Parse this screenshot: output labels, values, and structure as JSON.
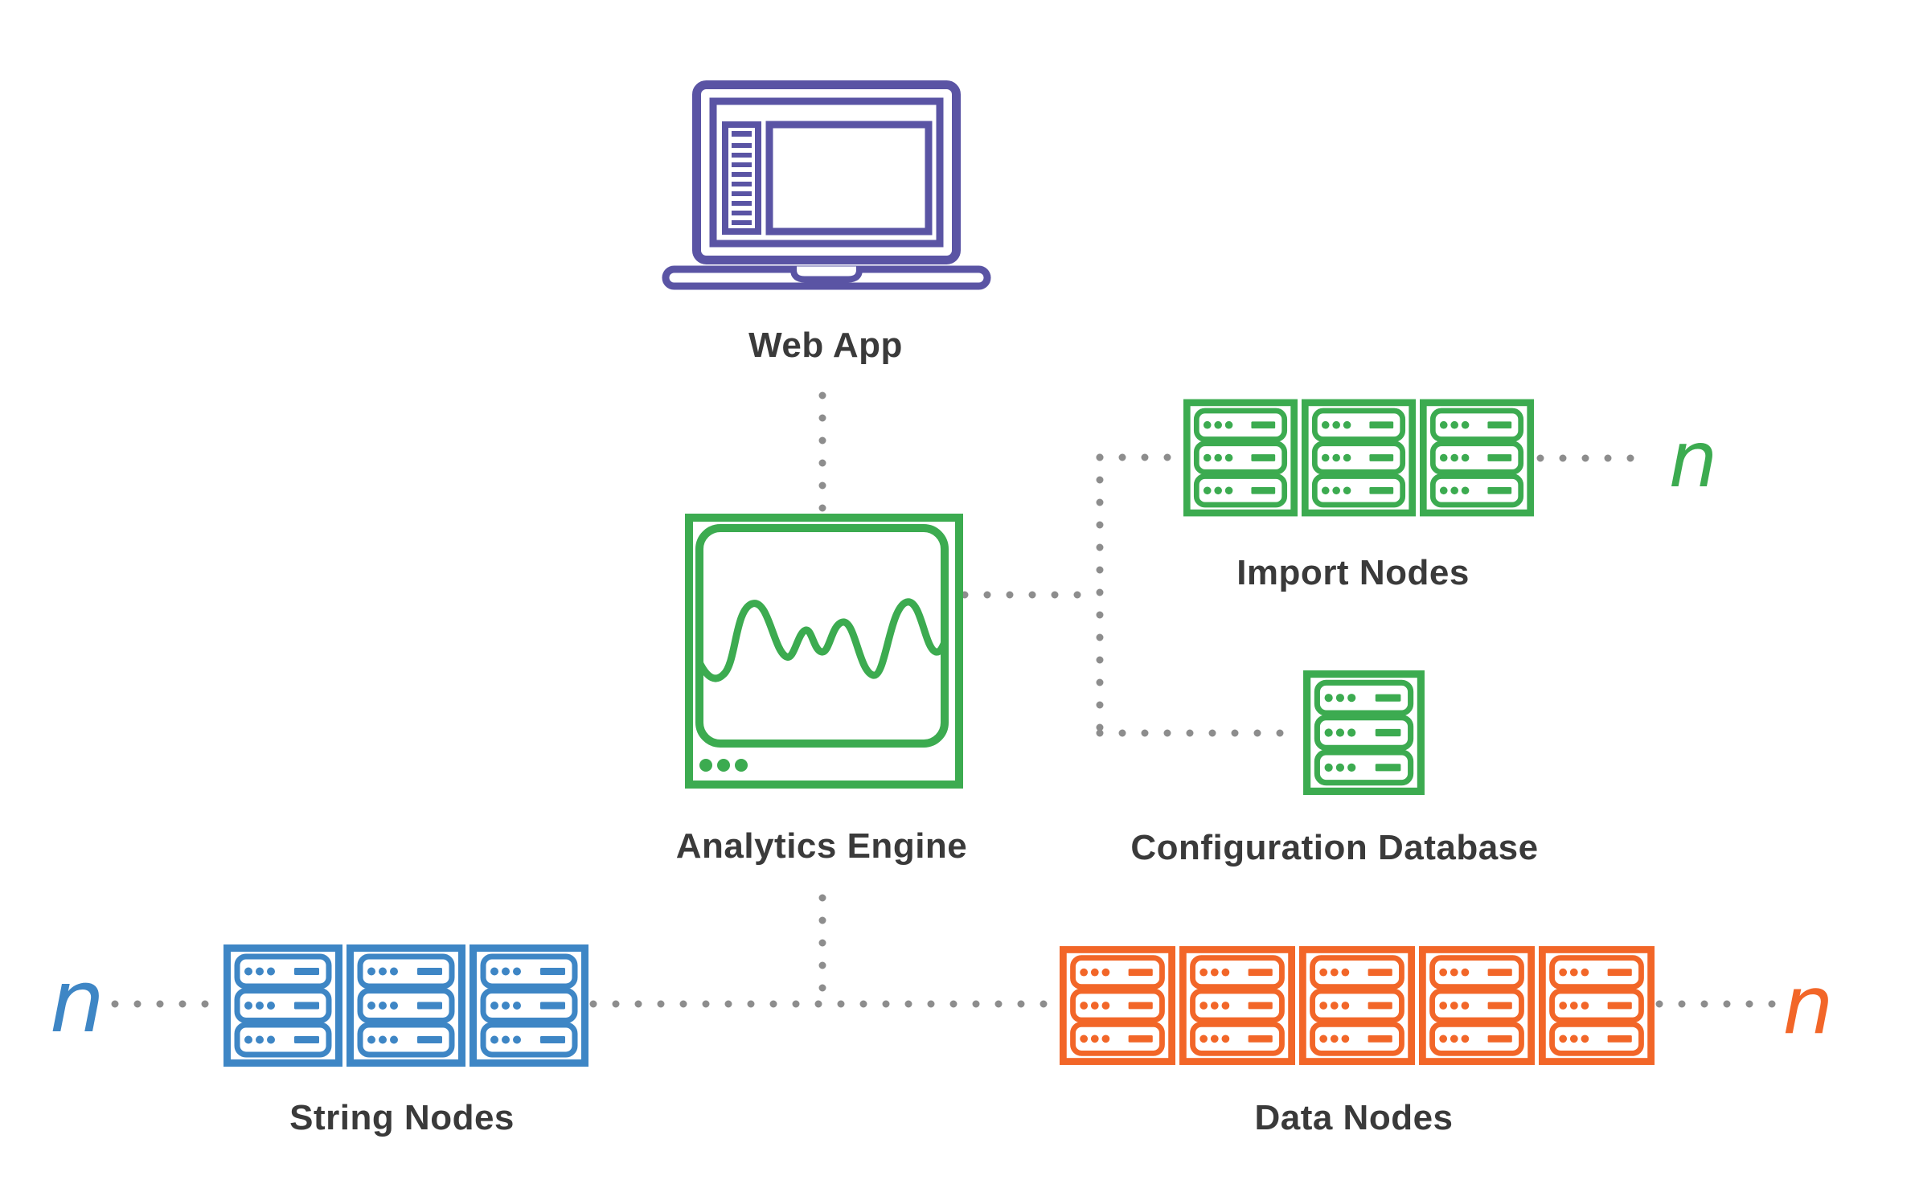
{
  "colors": {
    "purple": "#5a54a4",
    "green": "#3cab50",
    "blue": "#3e86c5",
    "orange": "#f26628",
    "connector_gray": "#8d8d8d",
    "label_text": "#3a3a3a"
  },
  "nodes": {
    "web_app": {
      "label": "Web App"
    },
    "analytics_engine": {
      "label": "Analytics Engine"
    },
    "import_nodes": {
      "label": "Import Nodes",
      "multiplicity": "n",
      "unit_count": 3,
      "rows_per_unit": 3
    },
    "configuration_database": {
      "label": "Configuration Database",
      "unit_count": 1,
      "rows_per_unit": 3
    },
    "string_nodes": {
      "label": "String Nodes",
      "multiplicity": "n",
      "unit_count": 3,
      "rows_per_unit": 3
    },
    "data_nodes": {
      "label": "Data Nodes",
      "multiplicity": "n",
      "unit_count": 5,
      "rows_per_unit": 3
    }
  }
}
